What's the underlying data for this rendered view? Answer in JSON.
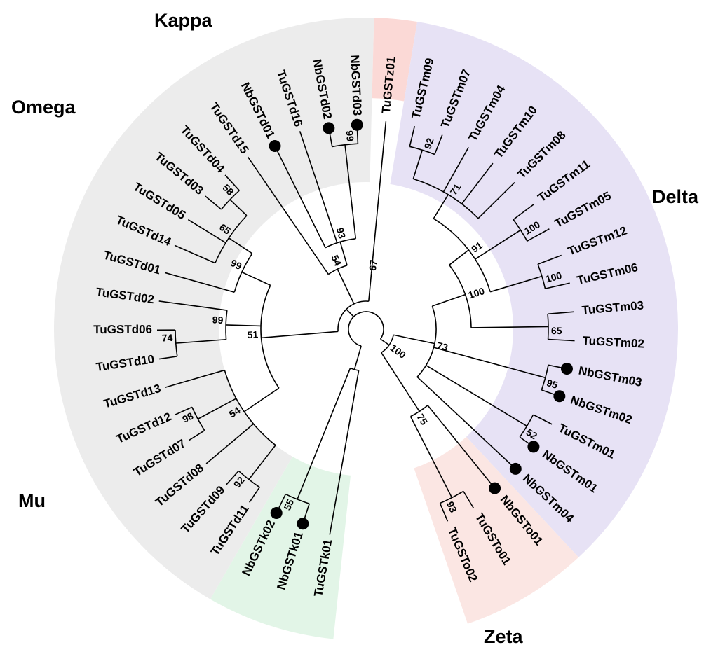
{
  "colors": {
    "delta": "#ececec",
    "mu": "#e7e2f5",
    "omega": "#fbe6e3",
    "kappa": "#e2f5e7",
    "zeta": "#fbd9d6",
    "marker": "#000000"
  },
  "families": [
    {
      "key": "delta",
      "label": "Delta"
    },
    {
      "key": "mu",
      "label": "Mu"
    },
    {
      "key": "omega",
      "label": "Omega"
    },
    {
      "key": "kappa",
      "label": "Kappa"
    },
    {
      "key": "zeta",
      "label": "Zeta"
    }
  ],
  "tree": {
    "n": "root",
    "c": [
      {
        "n": "kappa",
        "b": "",
        "c": [
          {
            "n": "k1",
            "t": "TuGSTk01",
            "f": "kappa"
          },
          {
            "n": "k55",
            "b": "55",
            "c": [
              {
                "n": "k2",
                "t": "NbGSTk01",
                "f": "kappa",
                "m": true
              },
              {
                "n": "k3",
                "t": "NbGSTk02",
                "f": "kappa",
                "m": true
              }
            ]
          }
        ]
      },
      {
        "n": "delta",
        "b": "",
        "c": [
          {
            "n": "d51",
            "b": "51",
            "c": [
              {
                "n": "d54a",
                "b": "54",
                "c": [
                  {
                    "n": "d92",
                    "b": "92",
                    "c": [
                      {
                        "n": "td11",
                        "t": "TuGSTd11",
                        "f": "delta"
                      },
                      {
                        "n": "td09",
                        "t": "TuGSTd09",
                        "f": "delta"
                      }
                    ]
                  },
                  {
                    "n": "td08",
                    "t": "TuGSTd08",
                    "f": "delta"
                  },
                  {
                    "n": "d98",
                    "b": "98",
                    "c": [
                      {
                        "n": "td07",
                        "t": "TuGSTd07",
                        "f": "delta"
                      },
                      {
                        "n": "td12",
                        "t": "TuGSTd12",
                        "f": "delta"
                      }
                    ]
                  },
                  {
                    "n": "td13",
                    "t": "TuGSTd13",
                    "f": "delta"
                  }
                ]
              },
              {
                "n": "d99a",
                "b": "99",
                "c": [
                  {
                    "n": "d74",
                    "b": "74",
                    "c": [
                      {
                        "n": "td10",
                        "t": "TuGSTd10",
                        "f": "delta"
                      },
                      {
                        "n": "td06",
                        "t": "TuGSTd06",
                        "f": "delta"
                      }
                    ]
                  },
                  {
                    "n": "td02",
                    "t": "TuGSTd02",
                    "f": "delta"
                  }
                ]
              },
              {
                "n": "d99b",
                "b": "99",
                "c": [
                  {
                    "n": "td01",
                    "t": "TuGSTd01",
                    "f": "delta"
                  },
                  {
                    "n": "d65",
                    "b": "65",
                    "c": [
                      {
                        "n": "td14",
                        "t": "TuGSTd14",
                        "f": "delta"
                      },
                      {
                        "n": "td05",
                        "t": "TuGSTd05",
                        "f": "delta"
                      },
                      {
                        "n": "d58",
                        "b": "58",
                        "c": [
                          {
                            "n": "td03",
                            "t": "TuGSTd03",
                            "f": "delta"
                          },
                          {
                            "n": "td04",
                            "t": "TuGSTd04",
                            "f": "delta"
                          }
                        ]
                      }
                    ]
                  }
                ]
              }
            ]
          },
          {
            "n": "d54b",
            "b": "54",
            "c": [
              {
                "n": "td15",
                "t": "TuGSTd15",
                "f": "delta"
              },
              {
                "n": "d93",
                "b": "93",
                "c": [
                  {
                    "n": "nd01",
                    "t": "NbGSTd01",
                    "f": "delta",
                    "m": true
                  },
                  {
                    "n": "td16",
                    "t": "TuGSTd16",
                    "f": "delta"
                  },
                  {
                    "n": "d99c",
                    "b": "99",
                    "c": [
                      {
                        "n": "nd02",
                        "t": "NbGSTd02",
                        "f": "delta",
                        "m": true
                      },
                      {
                        "n": "nd03",
                        "t": "NbGSTd03",
                        "f": "delta",
                        "m": true
                      }
                    ]
                  }
                ]
              }
            ]
          },
          {
            "n": "z67",
            "b": "67",
            "c": [
              {
                "n": "tz01",
                "t": "TuGSTz01",
                "f": "zeta"
              }
            ]
          }
        ]
      },
      {
        "n": "m100root",
        "b": "100",
        "c": [
          {
            "n": "mu73",
            "b": "73",
            "c": [
              {
                "n": "m100b",
                "b": "100",
                "c": [
                  {
                    "n": "m91",
                    "b": "91",
                    "c": [
                      {
                        "n": "m71",
                        "b": "71",
                        "c": [
                          {
                            "n": "m92",
                            "b": "92",
                            "c": [
                              {
                                "n": "tm09",
                                "t": "TuGSTm09",
                                "f": "mu"
                              },
                              {
                                "n": "tm07",
                                "t": "TuGSTm07",
                                "f": "mu"
                              }
                            ]
                          },
                          {
                            "n": "tm04",
                            "t": "TuGSTm04",
                            "f": "mu"
                          },
                          {
                            "n": "tm10",
                            "t": "TuGSTm10",
                            "f": "mu"
                          },
                          {
                            "n": "tm08",
                            "t": "TuGSTm08",
                            "f": "mu"
                          }
                        ]
                      },
                      {
                        "n": "m100c",
                        "b": "100",
                        "c": [
                          {
                            "n": "tm11",
                            "t": "TuGSTm11",
                            "f": "mu"
                          },
                          {
                            "n": "tm05",
                            "t": "TuGSTm05",
                            "f": "mu"
                          }
                        ]
                      },
                      {
                        "n": "m100d",
                        "b": "100",
                        "c": [
                          {
                            "n": "tm12",
                            "t": "TuGSTm12",
                            "f": "mu"
                          },
                          {
                            "n": "tm06",
                            "t": "TuGSTm06",
                            "f": "mu"
                          }
                        ]
                      }
                    ]
                  },
                  {
                    "n": "m65",
                    "b": "65",
                    "c": [
                      {
                        "n": "tm03",
                        "t": "TuGSTm03",
                        "f": "mu"
                      },
                      {
                        "n": "tm02",
                        "t": "TuGSTm02",
                        "f": "mu"
                      }
                    ]
                  }
                ]
              },
              {
                "n": "m95",
                "b": "95",
                "c": [
                  {
                    "n": "nm03",
                    "t": "NbGSTm03",
                    "f": "mu",
                    "m": true
                  },
                  {
                    "n": "nm02",
                    "t": "NbGSTm02",
                    "f": "mu",
                    "m": true
                  }
                ]
              },
              {
                "n": "m52",
                "b": "52",
                "c": [
                  {
                    "n": "tm01",
                    "t": "TuGSTm01",
                    "f": "mu"
                  },
                  {
                    "n": "nm01",
                    "t": "NbGSTm01",
                    "f": "mu",
                    "m": true
                  }
                ]
              },
              {
                "n": "nm04",
                "t": "NbGSTm04",
                "f": "mu",
                "m": true
              }
            ]
          },
          {
            "n": "o75",
            "b": "75",
            "c": [
              {
                "n": "no01",
                "t": "NbGSTo01",
                "f": "omega",
                "m": true
              },
              {
                "n": "o93",
                "b": "93",
                "c": [
                  {
                    "n": "to01",
                    "t": "TuGSTo01",
                    "f": "omega"
                  },
                  {
                    "n": "to02",
                    "t": "TuGSTo02",
                    "f": "omega"
                  }
                ]
              }
            ]
          }
        ]
      }
    ]
  }
}
